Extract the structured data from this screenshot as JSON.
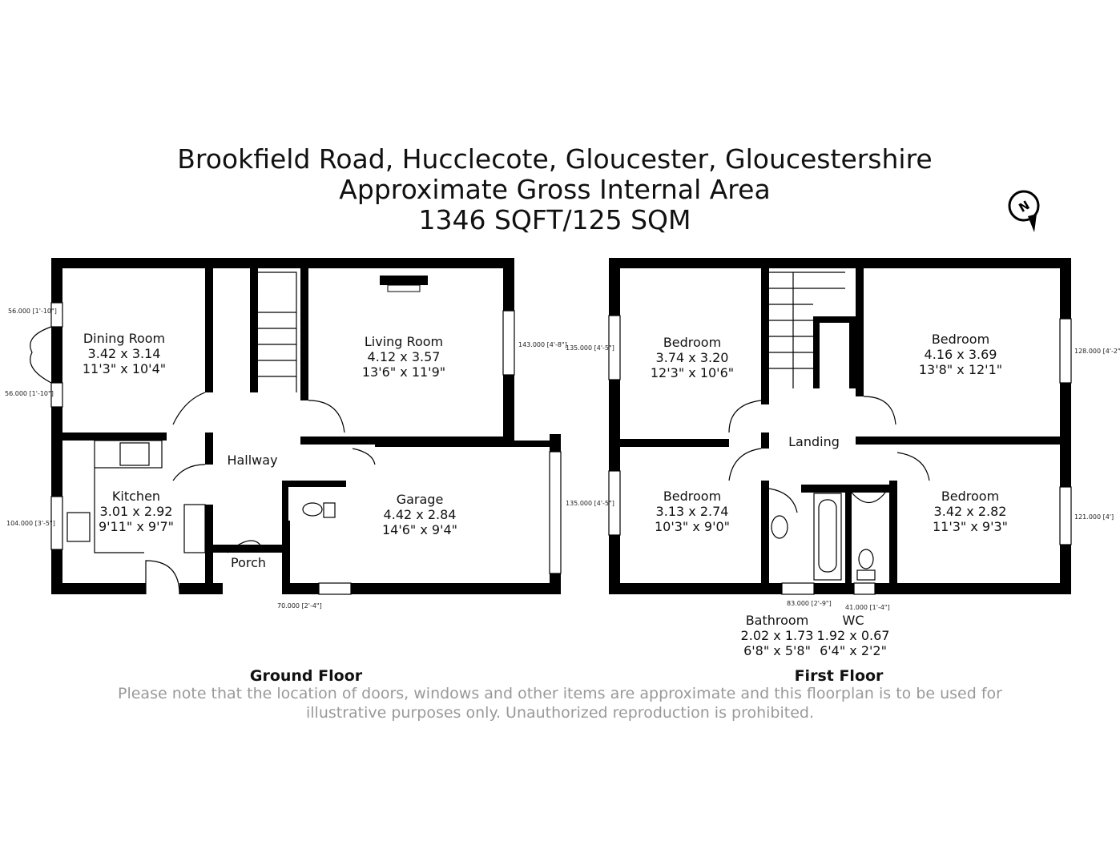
{
  "header": {
    "address": "Brookfield Road, Hucclecote, Gloucester, Gloucestershire",
    "area_label": "Approximate Gross Internal Area",
    "area_value": "1346 SQFT/125 SQM"
  },
  "compass": {
    "icon": "north-compass-icon",
    "label": "N"
  },
  "ground_floor": {
    "label": "Ground Floor",
    "rooms": [
      {
        "name": "Dining Room",
        "metric": "3.42 x 3.14",
        "imperial": "11'3\" x 10'4\""
      },
      {
        "name": "Living Room",
        "metric": "4.12 x 3.57",
        "imperial": "13'6\" x 11'9\""
      },
      {
        "name": "Kitchen",
        "metric": "3.01 x 2.92",
        "imperial": "9'11\" x 9'7\""
      },
      {
        "name": "Hallway"
      },
      {
        "name": "Garage",
        "metric": "4.42 x 2.84",
        "imperial": "14'6\" x 9'4\""
      },
      {
        "name": "Porch"
      }
    ],
    "windows": [
      "56.000 [1'-10\"]",
      "56.000 [1'-10\"]",
      "104.000 [3'-5\"]",
      "143.000 [4'-8\"]",
      "70.000 [2'-4\"]"
    ]
  },
  "first_floor": {
    "label": "First Floor",
    "rooms": [
      {
        "name": "Bedroom",
        "metric": "3.74 x 3.20",
        "imperial": "12'3\" x 10'6\""
      },
      {
        "name": "Bedroom",
        "metric": "4.16 x 3.69",
        "imperial": "13'8\" x 12'1\""
      },
      {
        "name": "Landing"
      },
      {
        "name": "Bedroom",
        "metric": "3.13 x 2.74",
        "imperial": "10'3\" x 9'0\""
      },
      {
        "name": "Bedroom",
        "metric": "3.42 x 2.82",
        "imperial": "11'3\" x 9'3\""
      },
      {
        "name": "Bathroom",
        "metric": "2.02 x 1.73",
        "imperial": "6'8\" x 5'8\""
      },
      {
        "name": "WC",
        "metric": "1.92 x 0.67",
        "imperial": "6'4\" x 2'2\""
      }
    ],
    "windows": [
      "135.000 [4'-5\"]",
      "135.000 [4'-5\"]",
      "128.000 [4'-2\"]",
      "121.000 [4']",
      "83.000 [2'-9\"]",
      "41.000 [1'-4\"]"
    ]
  },
  "disclaimer": "Please note that the location of doors, windows and other items are approximate and this floorplan is to be used for illustrative purposes only. Unauthorized reproduction is prohibited."
}
